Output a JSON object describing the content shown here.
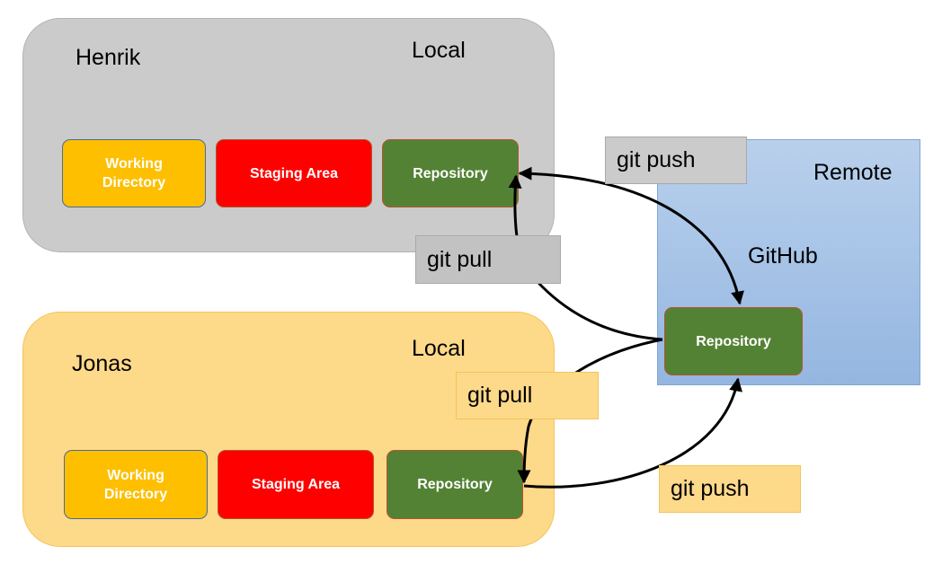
{
  "henrik": {
    "name": "Henrik",
    "scope": "Local",
    "working_directory": "Working\nDirectory",
    "staging_area": "Staging Area",
    "repository": "Repository"
  },
  "jonas": {
    "name": "Jonas",
    "scope": "Local",
    "working_directory": "Working\nDirectory",
    "staging_area": "Staging Area",
    "repository": "Repository"
  },
  "remote": {
    "scope": "Remote",
    "service": "GitHub",
    "repository": "Repository"
  },
  "commands": {
    "henrik_push": "git push",
    "henrik_pull": "git pull",
    "jonas_pull": "git pull",
    "jonas_push": "git push"
  }
}
